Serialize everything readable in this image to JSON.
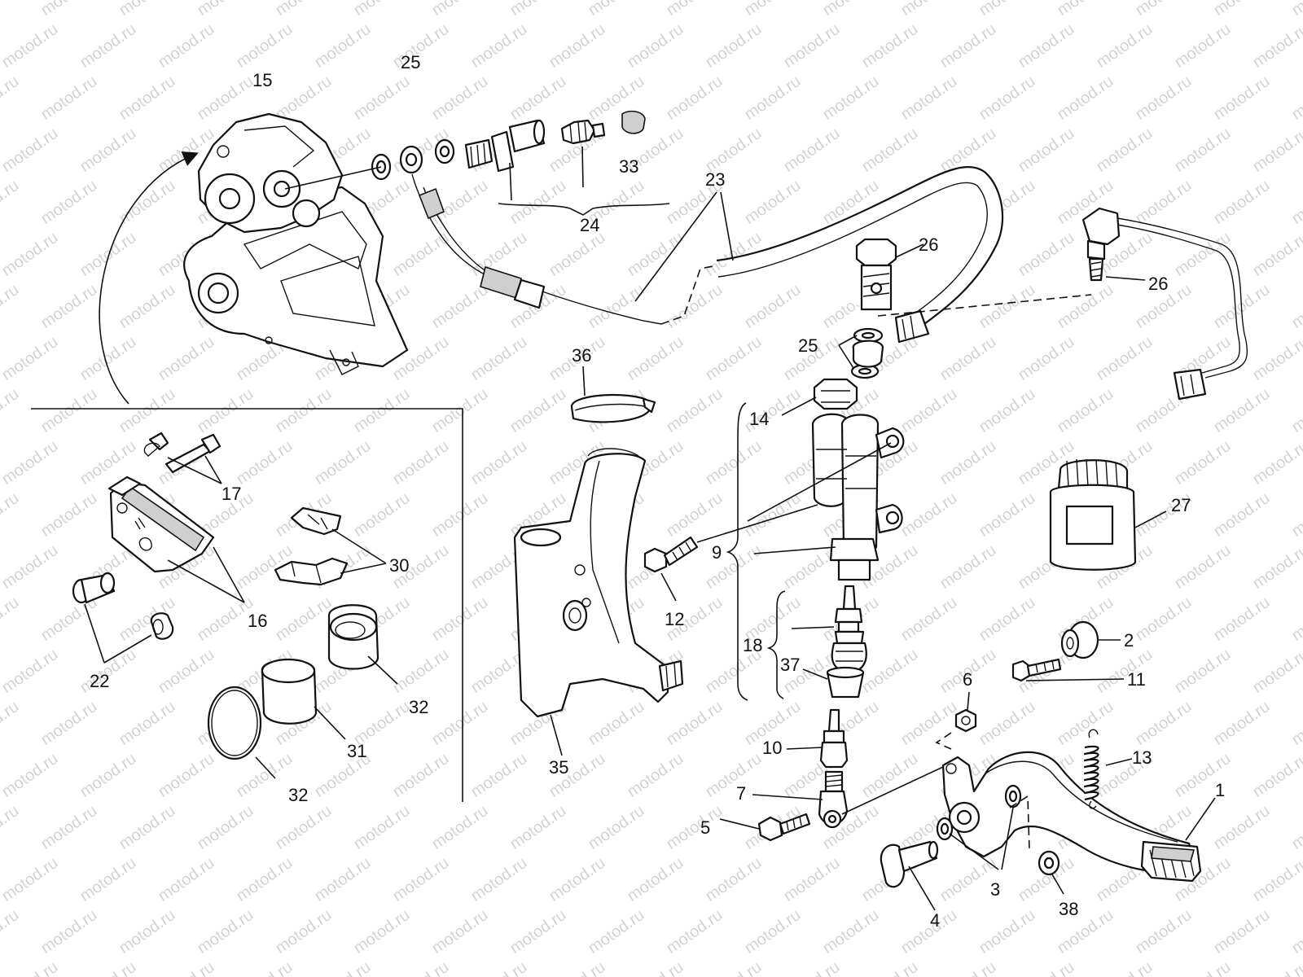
{
  "watermark": "motod.ru",
  "labels": {
    "l1": "1",
    "l2": "2",
    "l3": "3",
    "l4": "4",
    "l5": "5",
    "l6": "6",
    "l7": "7",
    "l9": "9",
    "l10": "10",
    "l11": "11",
    "l12": "12",
    "l13": "13",
    "l14": "14",
    "l15": "15",
    "l16": "16",
    "l17": "17",
    "l18": "18",
    "l22": "22",
    "l23": "23",
    "l24": "24",
    "l25a": "25",
    "l25b": "25",
    "l26a": "26",
    "l26b": "26",
    "l27": "27",
    "l30": "30",
    "l31": "31",
    "l32a": "32",
    "l32b": "32",
    "l33": "33",
    "l35": "35",
    "l36": "36",
    "l37": "37",
    "l38": "38"
  }
}
